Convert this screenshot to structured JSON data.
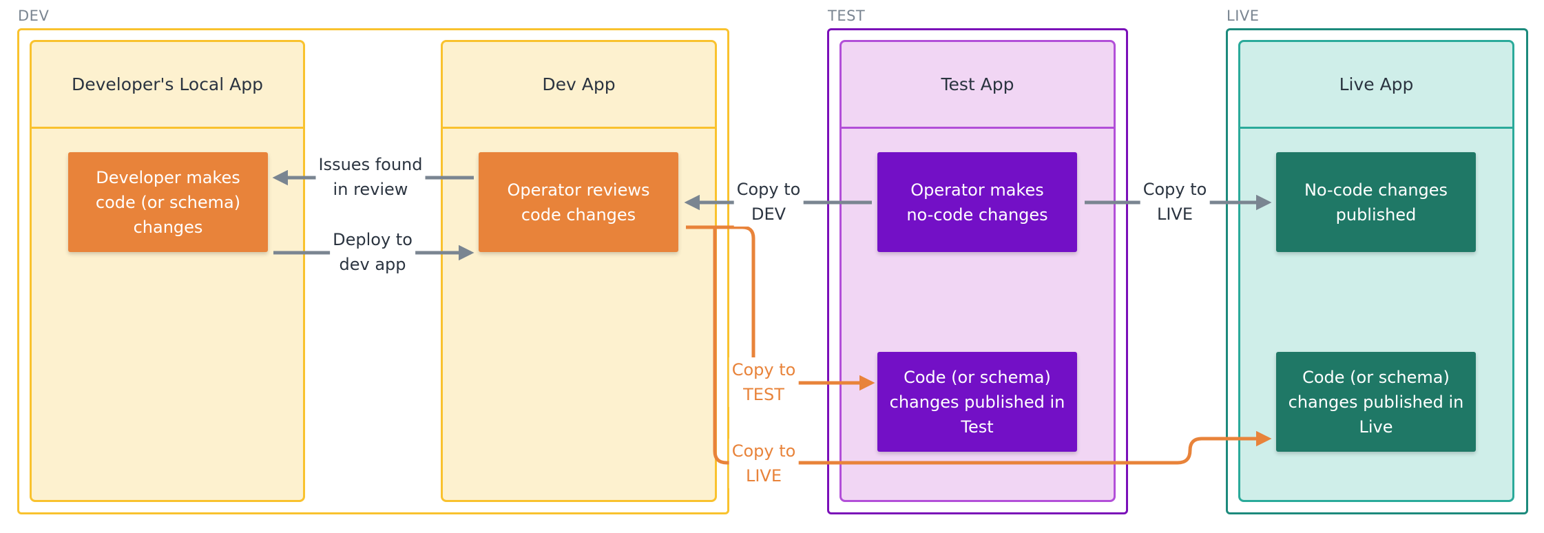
{
  "colors": {
    "dev": "#f9c22e",
    "dev_bg": "#fdf1cf",
    "test": "#7a0fb8",
    "test_inner": "#b24fd8",
    "test_bg": "#f1d6f4",
    "live": "#1c8a7c",
    "live_inner": "#2aaa9a",
    "live_bg": "#cfeee9",
    "orange": "#e8833a",
    "purple": "#7310c6",
    "green": "#1f7866",
    "gray_arrow": "#7a8591",
    "env_label": "#7a8591",
    "text_dark": "#2b3440"
  },
  "environments": {
    "dev": "DEV",
    "test": "TEST",
    "live": "LIVE"
  },
  "columns": {
    "local": "Developer's Local App",
    "dev": "Dev App",
    "test": "Test App",
    "live": "Live App"
  },
  "nodes": {
    "dev_makes": "Developer makes\ncode (or schema)\nchanges",
    "op_reviews": "Operator reviews\ncode changes",
    "op_nocode": "Operator makes\nno-code changes",
    "nocode_published": "No-code changes\npublished",
    "code_test": "Code (or schema)\nchanges published in\nTest",
    "code_live": "Code (or schema)\nchanges published in\nLive"
  },
  "edges": {
    "issues": "Issues found\nin review",
    "deploy": "Deploy to\ndev app",
    "copy_dev": "Copy to\nDEV",
    "copy_live_top": "Copy to\nLIVE",
    "copy_test": "Copy to\nTEST",
    "copy_live_bottom": "Copy to\nLIVE"
  }
}
